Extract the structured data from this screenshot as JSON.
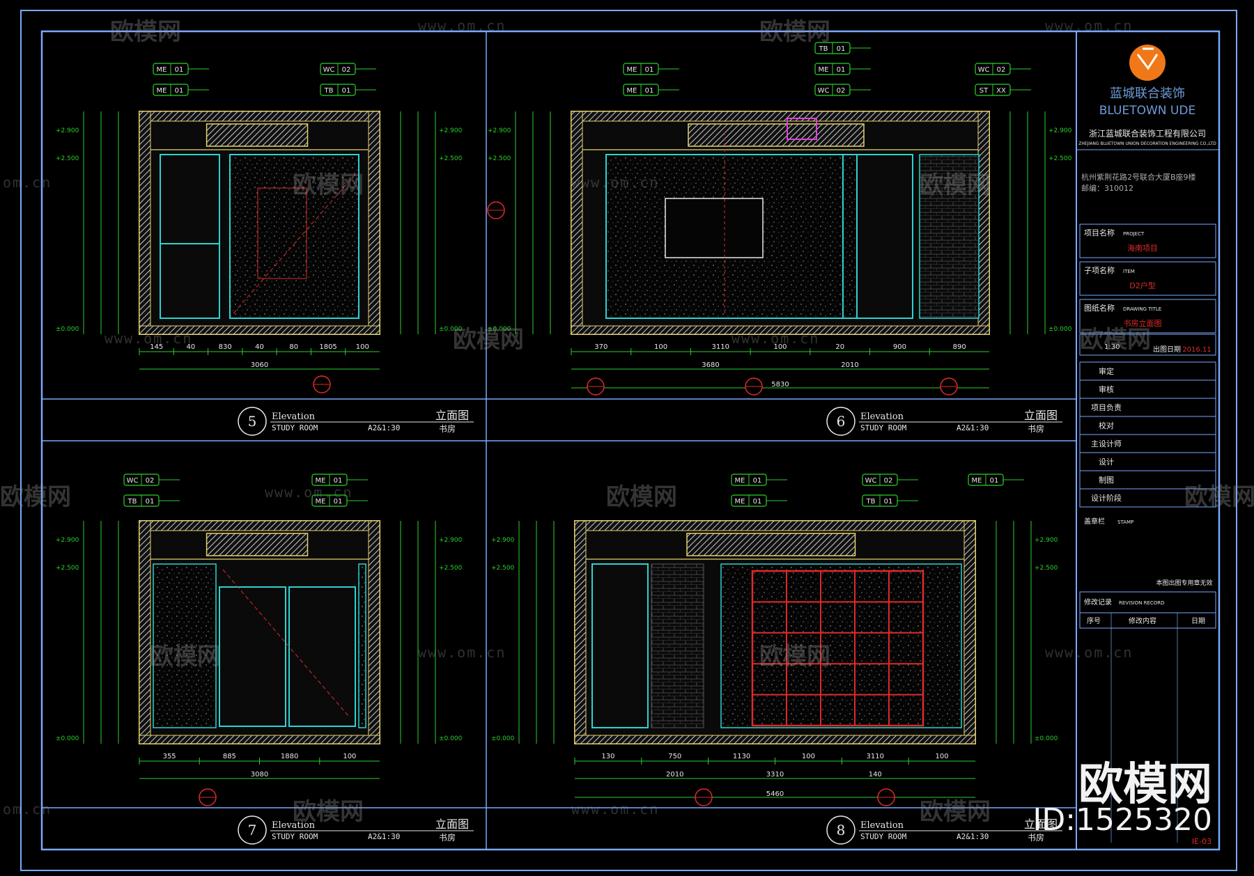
{
  "views": [
    {
      "number": "5",
      "elevation": "Elevation",
      "room_en": "STUDY ROOM",
      "scale": "A2&1:30",
      "title_cn": "立面图",
      "room_cn": "书房",
      "bottom_dims": [
        "145",
        "40",
        "830",
        "40",
        "80",
        "1805",
        "100"
      ],
      "total_dim": "3060"
    },
    {
      "number": "6",
      "elevation": "Elevation",
      "room_en": "STUDY ROOM",
      "scale": "A2&1:30",
      "title_cn": "立面图",
      "room_cn": "书房",
      "bottom_dims": [
        "370",
        "100",
        "3110",
        "100",
        "20",
        "900",
        "890"
      ],
      "total_dim": "5830",
      "sub_dims": [
        "3680",
        "2010"
      ]
    },
    {
      "number": "7",
      "elevation": "Elevation",
      "room_en": "STUDY ROOM",
      "scale": "A2&1:30",
      "title_cn": "立面图",
      "room_cn": "书房",
      "bottom_dims": [
        "355",
        "885",
        "1880",
        "100"
      ],
      "total_dim": "3080"
    },
    {
      "number": "8",
      "elevation": "Elevation",
      "room_en": "STUDY ROOM",
      "scale": "A2&1:30",
      "title_cn": "立面图",
      "room_cn": "书房",
      "bottom_dims": [
        "130",
        "750",
        "1130",
        "100",
        "3110",
        "100"
      ],
      "total_dim": "5460",
      "sub_dims": [
        "2010",
        "3310",
        "140"
      ]
    }
  ],
  "tags": {
    "v5": [
      [
        "ME",
        "01"
      ],
      [
        "ME",
        "01"
      ],
      [
        "WC",
        "02"
      ],
      [
        "TB",
        "01"
      ]
    ],
    "v6": [
      [
        "ME",
        "01"
      ],
      [
        "ME",
        "01"
      ],
      [
        "TB",
        "01"
      ],
      [
        "ME",
        "01"
      ],
      [
        "WC",
        "02"
      ],
      [
        "WC",
        "02"
      ],
      [
        "ST",
        "XX"
      ]
    ],
    "v7": [
      [
        "WC",
        "02"
      ],
      [
        "TB",
        "01"
      ],
      [
        "ME",
        "01"
      ],
      [
        "ME",
        "01"
      ]
    ],
    "v8": [
      [
        "ME",
        "01"
      ],
      [
        "ME",
        "01"
      ],
      [
        "WC",
        "02"
      ],
      [
        "TB",
        "01"
      ],
      [
        "ME",
        "01"
      ]
    ]
  },
  "levels": [
    "+2.900",
    "+2.500",
    "±0.000"
  ],
  "title_block": {
    "company_cn": "蓝城联合装饰",
    "company_en": "BLUETOWN UDE",
    "firm_cn": "浙江蓝城联合装饰工程有限公司",
    "firm_en": "ZHEJIANG BLUETOWN UNION DECORATION ENGINEERING CO.,LTD",
    "address_cn": "杭州紫荆花路2号联合大厦B座9楼",
    "postcode": "邮编：310012",
    "project_label": "项目名称",
    "project_label_en": "PROJECT",
    "project_value": "海南项目",
    "item_label": "子项名称",
    "item_label_en": "ITEM",
    "item_value": "D2户型",
    "drawing_label": "图纸名称",
    "drawing_label_en": "DRAWING TITLE",
    "drawing_value": "书房立面图",
    "scale_value": "1:30",
    "date_label": "出图日期",
    "date_value": "2016.11",
    "approval_rows": [
      "审定",
      "审核",
      "项目负责",
      "校对",
      "主设计师",
      "设计",
      "制图",
      "设计阶段"
    ],
    "stamp_label": "盖章栏",
    "stamp_en": "STAMP",
    "stamp_note": "本图出图专用章无效",
    "revision_label": "修改记录",
    "revision_en": "REVISION RECORD",
    "rev_cols": [
      "序号",
      "修改内容",
      "日期"
    ],
    "drawing_no": "IE-03"
  },
  "watermark": {
    "logo": "欧模网",
    "url": "www.om.cn",
    "short_url": "om.cn",
    "big": "欧模网",
    "id": "ID:1525320"
  },
  "colors": {
    "frame": "#7aa9ff",
    "dim": "#2bd12b",
    "wall": "#e6d36a",
    "tag": "#2bd12b",
    "cyan": "#2ed3d0",
    "red": "#e02a2a",
    "white": "#e8e8e8",
    "magenta": "#e040e0"
  }
}
